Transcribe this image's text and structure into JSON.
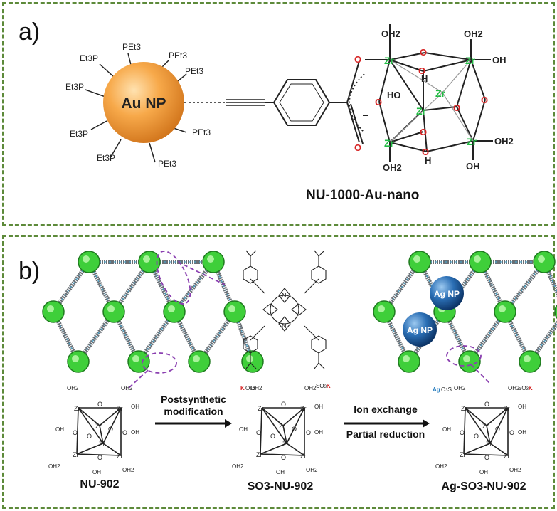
{
  "panel_a": {
    "label": "a)",
    "nanoparticle_label": "Au NP",
    "ligands": [
      "PEt3",
      "PEt3",
      "PEt3",
      "Et3P",
      "Et3P",
      "Et3P",
      "Et3P",
      "PEt3",
      "PEt3"
    ],
    "cluster_atoms": {
      "zr": "Zr",
      "oh2": "OH2",
      "oh": "OH",
      "ho": "HO",
      "o": "O",
      "h": "H"
    },
    "compound_name": "NU-1000-Au-nano"
  },
  "panel_b": {
    "label": "b)",
    "step1_line1": "Postsynthetic",
    "step1_line2": "modification",
    "step2_line1": "Ion exchange",
    "step2_line2": "Partial reduction",
    "nanoparticle_label": "Ag NP",
    "compound_1": "NU-902",
    "compound_2": "SO3-NU-902",
    "compound_3": "Ag-SO3-NU-902",
    "so3k": "SO3K",
    "k": "K",
    "ag": "Ag",
    "porphyrin_n": "N"
  },
  "colors": {
    "border": "#5d8a3a",
    "zr": "#22bb44",
    "oxygen": "#d62222",
    "au_np": "#f39a2a",
    "ag_np": "#1f5f9e",
    "mof_node": "#3fcf3a"
  }
}
